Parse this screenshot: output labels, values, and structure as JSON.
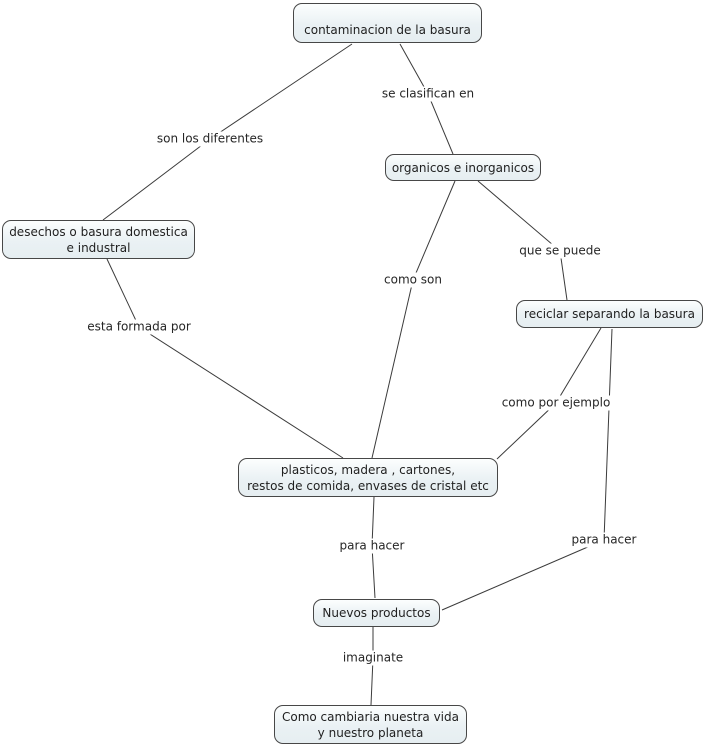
{
  "diagram": {
    "type": "concept-map",
    "background_color": "#ffffff",
    "node_border_color": "#474747",
    "node_fill_top": "#fcfefe",
    "node_fill_bottom": "#e6eef1",
    "line_color": "#3b3b3b",
    "text_color": "#1f1f1f",
    "nodes": [
      {
        "id": "contaminacion",
        "lines": [
          "contaminacion de la basura"
        ]
      },
      {
        "id": "organicos",
        "lines": [
          "organicos e inorganicos"
        ]
      },
      {
        "id": "desechos",
        "lines": [
          "desechos o basura domestica",
          "e industral"
        ]
      },
      {
        "id": "reciclar",
        "lines": [
          "reciclar separando la basura"
        ]
      },
      {
        "id": "plasticos",
        "lines": [
          "plasticos, madera , cartones,",
          "restos de comida, envases de cristal etc"
        ]
      },
      {
        "id": "nuevos",
        "lines": [
          "Nuevos productos"
        ]
      },
      {
        "id": "como_cambiaria",
        "lines": [
          "Como cambiaria nuestra vida",
          "y nuestro planeta"
        ]
      }
    ],
    "edges": [
      {
        "from": "contaminacion",
        "label": "son los diferentes",
        "to": "desechos"
      },
      {
        "from": "contaminacion",
        "label": "se clasifican en",
        "to": "organicos"
      },
      {
        "from": "organicos",
        "label": "que se puede",
        "to": "reciclar"
      },
      {
        "from": "organicos",
        "label": "como son",
        "to": "plasticos"
      },
      {
        "from": "desechos",
        "label": "esta formada por",
        "to": "plasticos"
      },
      {
        "from": "reciclar",
        "label": "como por ejemplo",
        "to": "plasticos"
      },
      {
        "from": "reciclar",
        "label": "para hacer",
        "to": "nuevos"
      },
      {
        "from": "plasticos",
        "label": "para hacer",
        "to": "nuevos"
      },
      {
        "from": "nuevos",
        "label": "imaginate",
        "to": "como_cambiaria"
      }
    ]
  }
}
